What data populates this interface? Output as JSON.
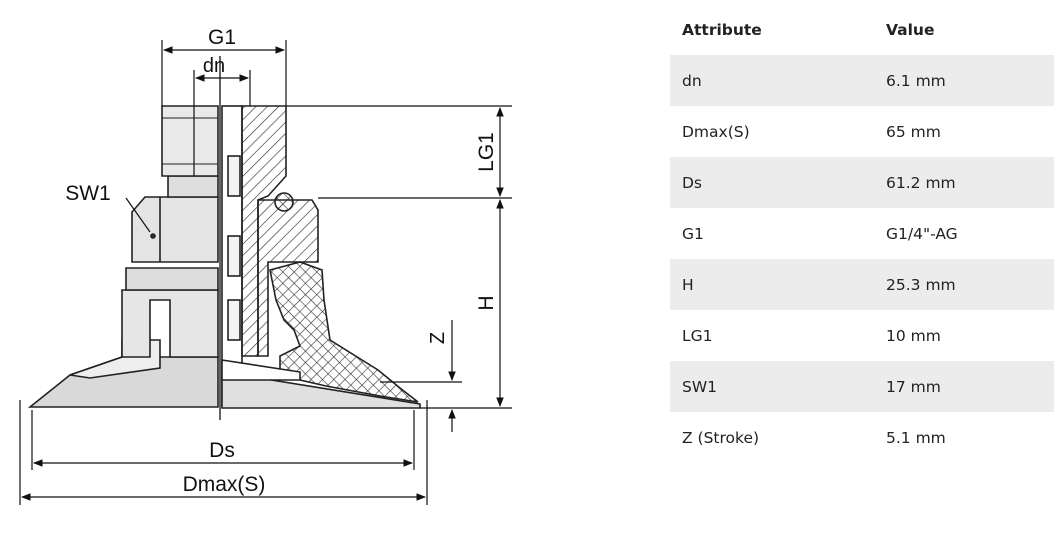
{
  "diagram": {
    "labels": {
      "g1": "G1",
      "dn": "dn",
      "lg1": "LG1",
      "sw1": "SW1",
      "h": "H",
      "z": "Z",
      "ds": "Ds",
      "dmax": "Dmax(S)"
    }
  },
  "table": {
    "headers": {
      "attribute": "Attribute",
      "value": "Value"
    },
    "rows": [
      {
        "attribute": "dn",
        "value": "6.1 mm"
      },
      {
        "attribute": "Dmax(S)",
        "value": "65 mm"
      },
      {
        "attribute": "Ds",
        "value": "61.2 mm"
      },
      {
        "attribute": "G1",
        "value": "G1/4\"-AG"
      },
      {
        "attribute": "H",
        "value": "25.3 mm"
      },
      {
        "attribute": "LG1",
        "value": "10 mm"
      },
      {
        "attribute": "SW1",
        "value": "17 mm"
      },
      {
        "attribute": "Z (Stroke)",
        "value": "5.1 mm"
      }
    ]
  }
}
